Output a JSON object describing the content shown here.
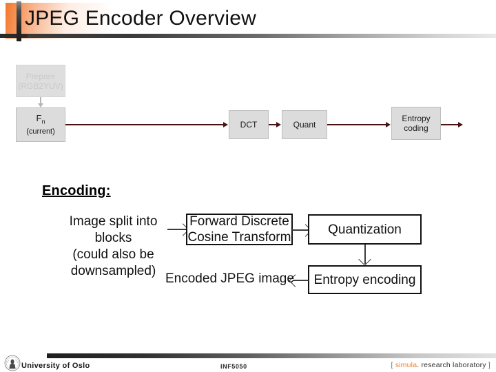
{
  "slide": {
    "title": "JPEG Encoder Overview"
  },
  "pipeline": {
    "prepare": {
      "line1": "Prepare",
      "line2": "(RGB2YUV)"
    },
    "frame": {
      "symbol": "F",
      "subscript": "n",
      "caption": "(current)"
    },
    "dct": "DCT",
    "quant": "Quant",
    "entropy": {
      "line1": "Entropy",
      "line2": "coding"
    },
    "arrow_color": "#4a1212",
    "box_fill": "#dcdcdc"
  },
  "encoding": {
    "heading": "Encoding:",
    "split_blocks": {
      "line1": "Image split into blocks",
      "line2": "(could also be",
      "line3": "downsampled)"
    },
    "fdct": {
      "line1": "Forward Discrete",
      "line2": "Cosine Transform"
    },
    "quantization": "Quantization",
    "entropy_encoding": "Entropy  encoding",
    "output": "Encoded JPEG image"
  },
  "footer": {
    "university": "University of Oslo",
    "course_code": "INF5050",
    "simula": {
      "open_bracket": "[",
      "brand": "simula",
      "dot": ".",
      "rest": "research laboratory",
      "close_bracket": "]",
      "brand_color": "#ef7f28"
    }
  }
}
